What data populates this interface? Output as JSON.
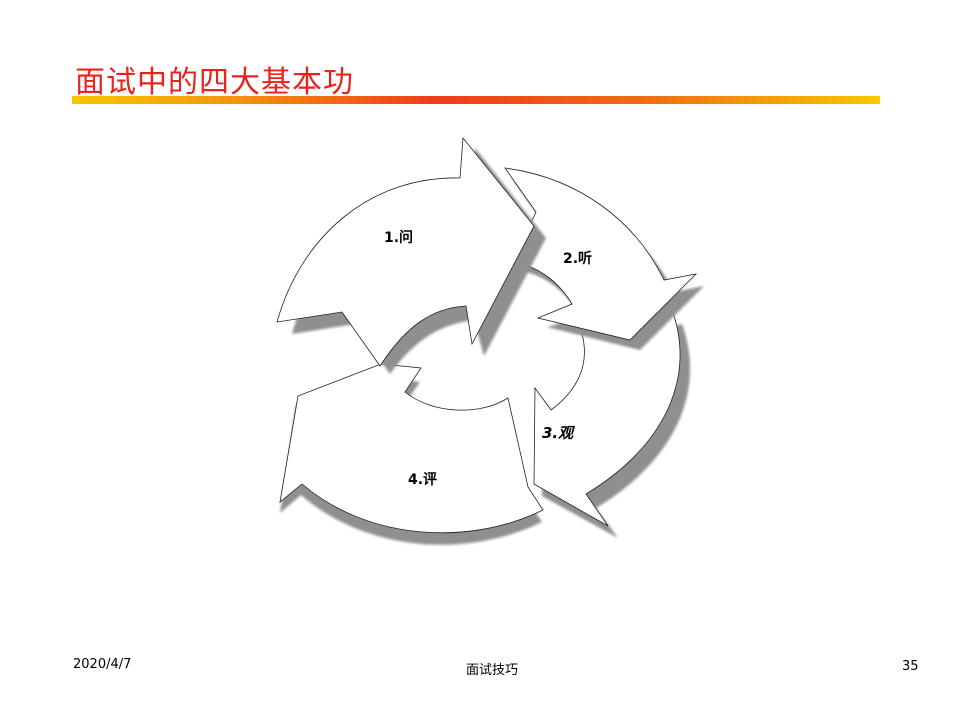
{
  "slide": {
    "title": "面试中的四大基本功",
    "colors": {
      "title": "#e8231b",
      "bar_start": "#f7c600",
      "bar_mid": "#ee3d1a",
      "bar_end": "#f8c800"
    }
  },
  "diagram": {
    "segments": [
      {
        "label": "1.问"
      },
      {
        "label": "2.听"
      },
      {
        "label": "3.观"
      },
      {
        "label": "4.评"
      }
    ]
  },
  "footer": {
    "date": "2020/4/7",
    "center": "面试技巧",
    "page": "35"
  }
}
